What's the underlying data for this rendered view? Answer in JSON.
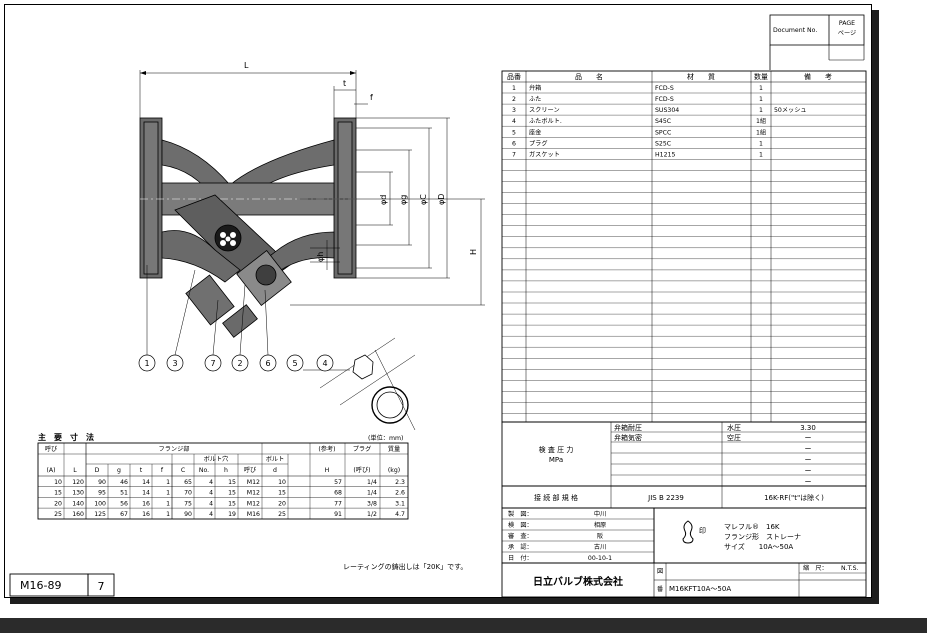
{
  "header_box": {
    "doc_no_label": "Document No.",
    "page_label_1": "PAGE",
    "page_label_2": "ページ"
  },
  "dimension_labels": {
    "L": "L",
    "t": "t",
    "f": "f",
    "d": "φd",
    "g": "φg",
    "C": "φC",
    "D": "φD",
    "H": "H",
    "h": "φh"
  },
  "balloons": [
    "1",
    "3",
    "7",
    "2",
    "6",
    "5",
    "4"
  ],
  "parts_table": {
    "headers": {
      "no": "品番",
      "name": "品　　名",
      "material": "材　　質",
      "qty": "数量",
      "remarks": "備　　考"
    },
    "rows": [
      {
        "no": "1",
        "name": "弁箱",
        "material": "FCD-S",
        "qty": "1",
        "remarks": ""
      },
      {
        "no": "2",
        "name": "ふた",
        "material": "FCD-S",
        "qty": "1",
        "remarks": ""
      },
      {
        "no": "3",
        "name": "スクリーン",
        "material": "SUS304",
        "qty": "1",
        "remarks": "50メッシュ"
      },
      {
        "no": "4",
        "name": "ふたボルト.",
        "material": "S45C",
        "qty": "1組",
        "remarks": ""
      },
      {
        "no": "5",
        "name": "座金",
        "material": "SPCC",
        "qty": "1組",
        "remarks": ""
      },
      {
        "no": "6",
        "name": "プラグ",
        "material": "S25C",
        "qty": "1",
        "remarks": ""
      },
      {
        "no": "7",
        "name": "ガスケット",
        "material": "H1215",
        "qty": "1",
        "remarks": ""
      }
    ]
  },
  "test_pressure": {
    "label_1": "検 査 圧 力",
    "label_2": "MPa",
    "body_label": "弁箱耐圧",
    "seat_label": "弁箱気密",
    "water_label": "水圧",
    "water_value": "3.30",
    "air_label": "空圧",
    "dashes": [
      "ー",
      "ー",
      "ー",
      "ー",
      "ー"
    ]
  },
  "connection": {
    "label": "接 続 部 規 格",
    "standard": "JIS B 2239",
    "type": "16K-RF(\"t\"は除く)"
  },
  "approvals": [
    {
      "role": "製　図：",
      "name": "中川"
    },
    {
      "role": "検　図：",
      "name": "相原"
    },
    {
      "role": "審　査：",
      "name": "阪"
    },
    {
      "role": "承　認：",
      "name": "古川"
    },
    {
      "role": "日　付：",
      "name": "00-10-1"
    }
  ],
  "product": {
    "brand_mark": "印",
    "line_1": "マレフル®　16K",
    "line_2": "フランジ形　ストレーナ",
    "line_3": "サイズ　　10A～50A"
  },
  "company": "日立バルブ株式会社",
  "scale": {
    "label": "縮　尺：",
    "value": "N.T.S."
  },
  "drawing_no": {
    "label_1": "図",
    "label_2": "番",
    "value": "M16KFT10A～50A"
  },
  "footer": {
    "code": "M16-89",
    "page": "7"
  },
  "casting_note": "レーティングの鋳出しは「20K」です。",
  "dimension_table": {
    "title": "主　要　寸　法",
    "unit": "(単位：mm)",
    "headers": {
      "nominal": "呼び",
      "nominal_unit": "(A)",
      "flange": "フランジ部",
      "bolt_holes": "ボルト穴",
      "bolt": "ボルト",
      "ref": "(参考)",
      "plug": "プラグ",
      "mass": "質量",
      "L": "L",
      "D": "D",
      "g": "g",
      "t": "t",
      "f": "f",
      "C": "C",
      "No": "No.",
      "h": "h",
      "bolt_call": "呼び",
      "d": "d",
      "H": "H",
      "plug_call": "(呼び)",
      "kg": "(kg)"
    },
    "rows": [
      [
        "10",
        "120",
        "90",
        "46",
        "14",
        "1",
        "65",
        "4",
        "15",
        "M12",
        "10",
        "57",
        "1/4",
        "2.3"
      ],
      [
        "15",
        "130",
        "95",
        "51",
        "14",
        "1",
        "70",
        "4",
        "15",
        "M12",
        "15",
        "68",
        "1/4",
        "2.6"
      ],
      [
        "20",
        "140",
        "100",
        "56",
        "16",
        "1",
        "75",
        "4",
        "15",
        "M12",
        "20",
        "77",
        "3/8",
        "3.1"
      ],
      [
        "25",
        "160",
        "125",
        "67",
        "16",
        "1",
        "90",
        "4",
        "19",
        "M16",
        "25",
        "91",
        "1/2",
        "4.7"
      ]
    ]
  }
}
